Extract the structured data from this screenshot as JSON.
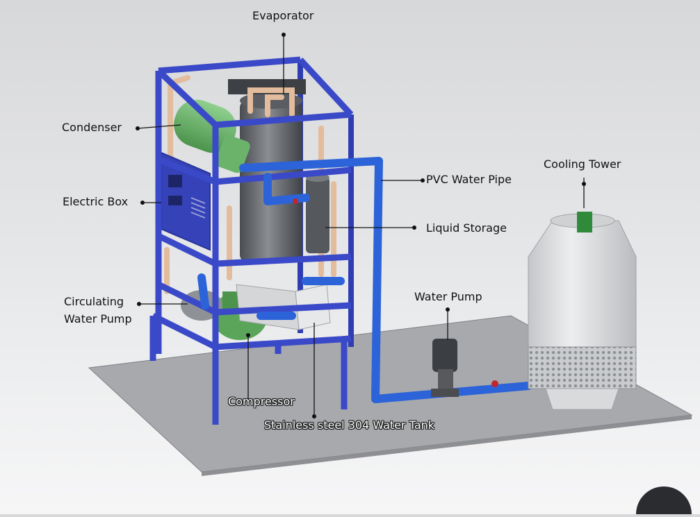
{
  "labels": {
    "evaporator": "Evaporator",
    "condenser": "Condenser",
    "electric_box": "Electric Box",
    "circulating_pump_line1": "Circulating",
    "circulating_pump_line2": "Water Pump",
    "compressor": "Compressor",
    "tank": "Stainless steel 304 Water Tank",
    "pvc_pipe": "PVC Water Pipe",
    "liquid_storage": "Liquid Storage",
    "water_pump": "Water Pump",
    "cooling_tower": "Cooling Tower"
  },
  "colors": {
    "frame": "#3a49c8",
    "pipe": "#2c63d9",
    "copper": "#e0b99a",
    "motor_green": "#5aa55a",
    "tower": "#d6d8da",
    "floor": "#a6a8ab"
  }
}
